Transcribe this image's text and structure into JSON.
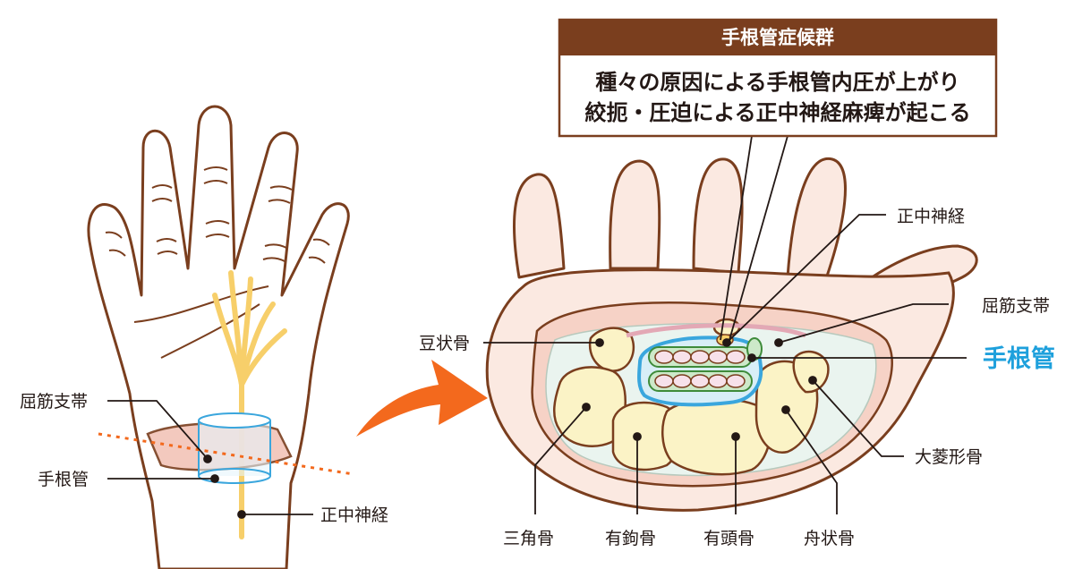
{
  "callout": {
    "title": "手根管症候群",
    "line1": "種々の原因による手根管内圧が上がり",
    "line2": "絞扼・圧迫による正中神経麻痺が起こる"
  },
  "left_labels": {
    "flexor_retinaculum": "屈筋支帯",
    "carpal_tunnel": "手根管",
    "median_nerve": "正中神経"
  },
  "right_labels": {
    "median_nerve": "正中神経",
    "flexor_retinaculum": "屈筋支帯",
    "carpal_tunnel": "手根管",
    "pisiform": "豆状骨",
    "trapezium": "大菱形骨",
    "triquetrum": "三角骨",
    "hamate": "有鉤骨",
    "capitate": "有頭骨",
    "scaphoid": "舟状骨"
  },
  "colors": {
    "outline": "#7a3e1e",
    "skin": "#fbe9e1",
    "bone": "#fbf3c6",
    "tunnel_blue": "#3aa6dd",
    "nerve_yellow": "#f7cf6a",
    "arrow_orange": "#f3691d",
    "callout_header": "#7a3e1e",
    "label_blue": "#1ea0dc"
  }
}
